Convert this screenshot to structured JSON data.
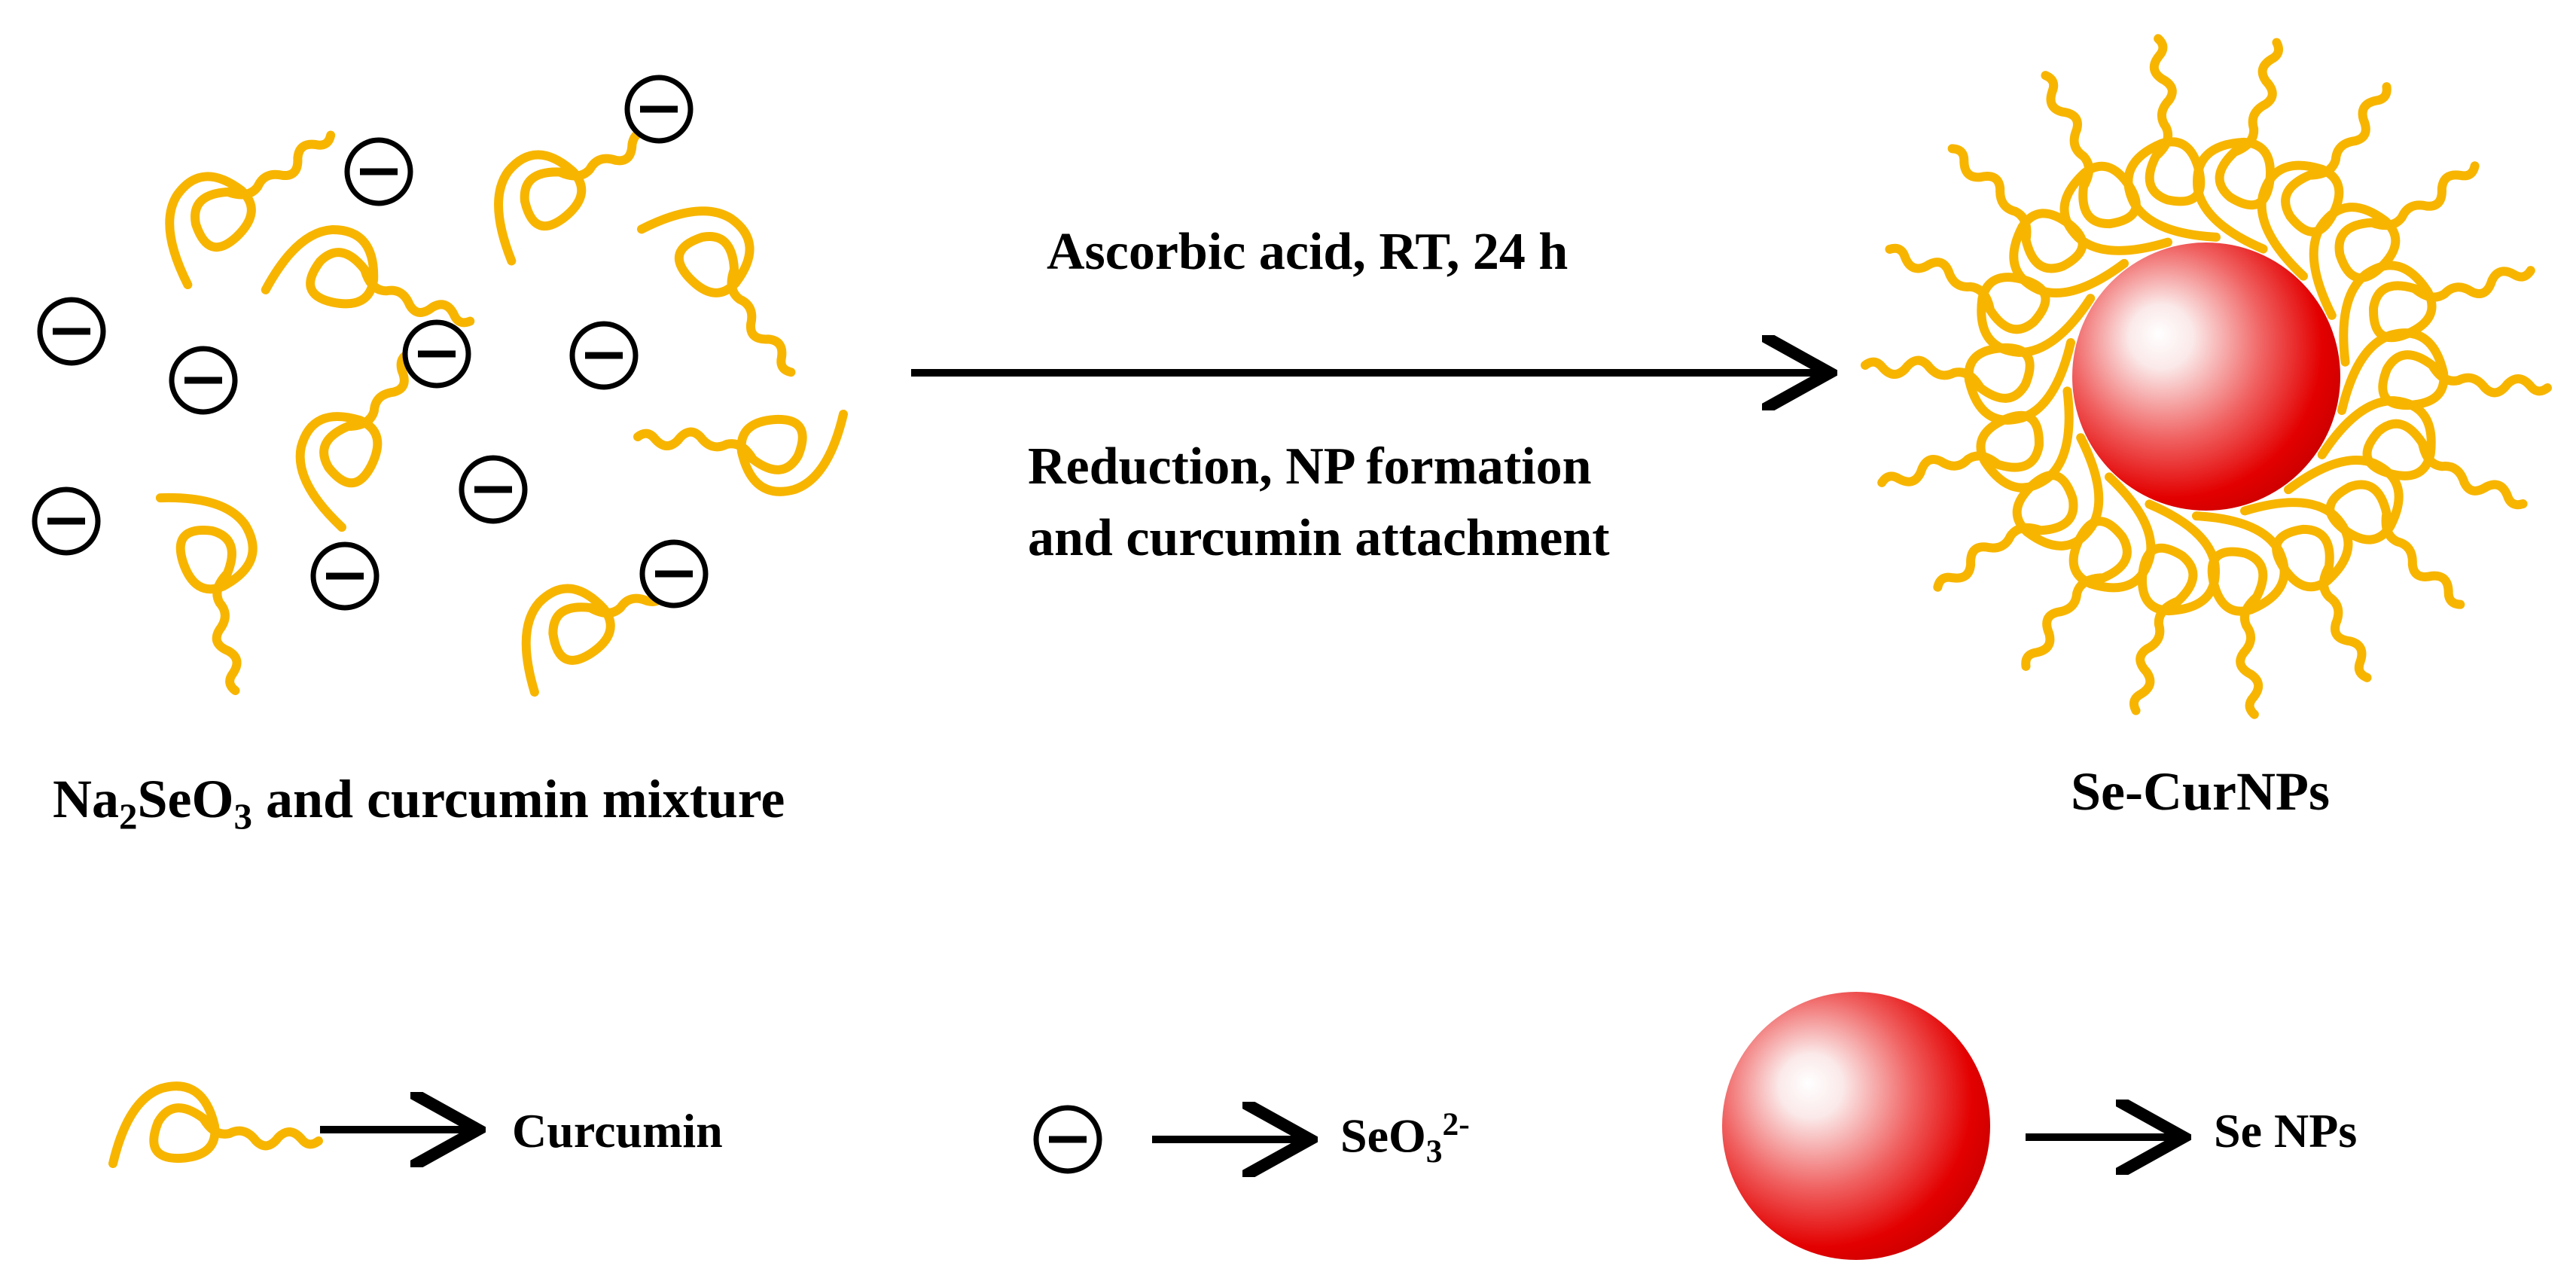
{
  "reaction": {
    "condition_top": "Ascorbic acid, RT, 24 h",
    "condition_bottom_line1": "Reduction, NP formation",
    "condition_bottom_line2": "and curcumin attachment"
  },
  "reactant": {
    "label_prefix": "Na",
    "label_sub1": "2",
    "label_mid": "SeO",
    "label_sub2": "3",
    "label_suffix": " and curcumin mixture"
  },
  "product": {
    "label": "Se-CurNPs"
  },
  "legend": {
    "curcumin": "Curcumin",
    "selenite_base": "SeO",
    "selenite_sub": "3",
    "selenite_sup": "2-",
    "senps": "Se NPs"
  },
  "colors": {
    "curcumin": "#f7b500",
    "nanoparticle_core": "#e60000",
    "nanoparticle_highlight": "#ffffff",
    "ion": "#000000",
    "arrow": "#000000"
  },
  "icons": {
    "curcumin": "curcumin-squiggle-icon",
    "ion": "minus-circle-icon",
    "nanoparticle": "red-sphere-icon",
    "arrow": "right-arrow-icon"
  }
}
